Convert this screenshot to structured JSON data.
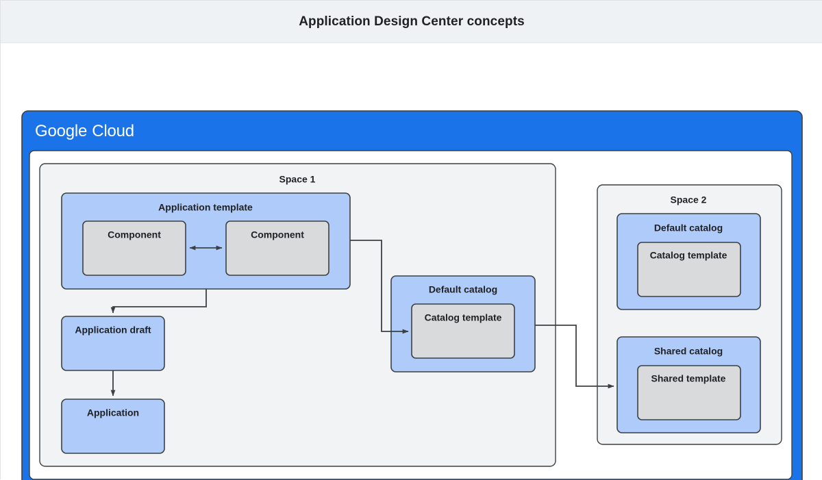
{
  "page": {
    "title": "Application Design Center concepts",
    "background_color": "#ffffff",
    "title_bar_color": "#eff2f4",
    "text_color": "#202124"
  },
  "colors": {
    "google_blue": "#1a73e8",
    "node_blue_fill": "#aecbfa",
    "node_gray_fill": "#d9dadb",
    "group_gray_fill": "#f1f3f4",
    "stroke": "#3c4043",
    "white": "#ffffff"
  },
  "cloud": {
    "logo_google": "Google",
    "logo_cloud": "Cloud"
  },
  "spaces": [
    {
      "id": "space-1",
      "label": "Space 1",
      "nodes": [
        {
          "id": "application-template",
          "label": "Application template",
          "type": "blue-group",
          "children": [
            {
              "id": "component-left",
              "label": "Component",
              "type": "gray"
            },
            {
              "id": "component-right",
              "label": "Component",
              "type": "gray"
            }
          ]
        },
        {
          "id": "application-draft",
          "label": "Application draft",
          "type": "blue"
        },
        {
          "id": "application",
          "label": "Application",
          "type": "blue"
        },
        {
          "id": "default-catalog-space1",
          "label": "Default catalog",
          "type": "blue-group",
          "children": [
            {
              "id": "catalog-template-space1",
              "label": "Catalog template",
              "type": "gray"
            }
          ]
        }
      ]
    },
    {
      "id": "space-2",
      "label": "Space 2",
      "nodes": [
        {
          "id": "default-catalog-space2",
          "label": "Default catalog",
          "type": "blue-group",
          "children": [
            {
              "id": "catalog-template-space2",
              "label": "Catalog template",
              "type": "gray"
            }
          ]
        },
        {
          "id": "shared-catalog-space2",
          "label": "Shared catalog",
          "type": "blue-group",
          "children": [
            {
              "id": "shared-template",
              "label": "Shared template",
              "type": "gray"
            }
          ]
        }
      ]
    }
  ],
  "connectors": [
    {
      "id": "component-left-to-right",
      "from": "component-left",
      "to": "component-right",
      "style": "bidirectional"
    },
    {
      "id": "application-template-to-application-draft",
      "from": "application-template",
      "to": "application-draft",
      "style": "arrow"
    },
    {
      "id": "application-draft-to-application",
      "from": "application-draft",
      "to": "application",
      "style": "arrow"
    },
    {
      "id": "application-template-to-catalog-template",
      "from": "application-template",
      "to": "catalog-template-space1",
      "style": "arrow"
    },
    {
      "id": "default-catalog-to-shared-catalog",
      "from": "default-catalog-space1",
      "to": "shared-catalog-space2",
      "style": "arrow"
    }
  ]
}
